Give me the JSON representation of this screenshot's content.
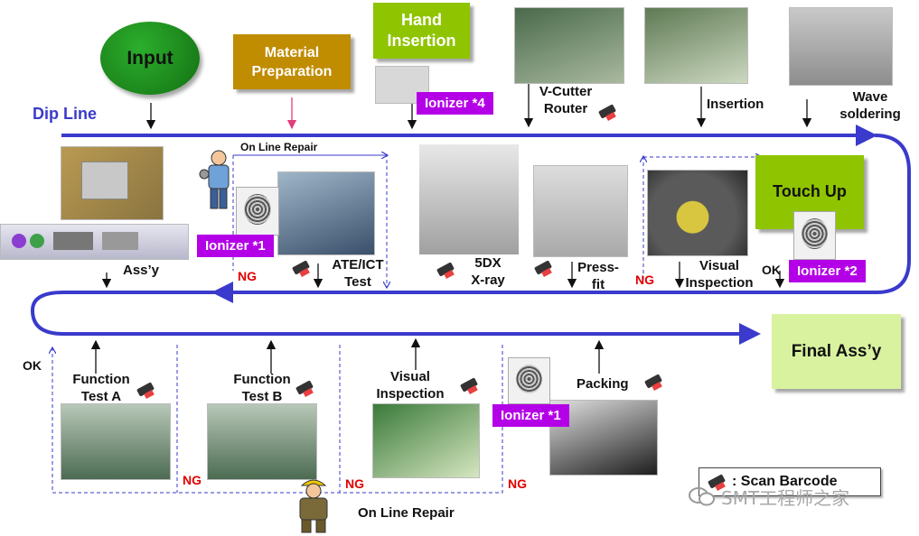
{
  "nodes": {
    "input": "Input",
    "material": "Material Preparation",
    "hand": "Hand Insertion",
    "touch": "Touch Up",
    "final": "Final Ass’y"
  },
  "labels": {
    "dip_line": "Dip Line",
    "vcutter": "V-Cutter Router",
    "insertion": "Insertion",
    "wave": "Wave soldering",
    "olr_top": "On  Line  Repair",
    "assy": "Ass’y",
    "ate": "ATE/ICT Test",
    "xray": "5DX X-ray",
    "press": "Press- fit",
    "visual_top": "Visual Inspection",
    "func_a": "Function Test A",
    "func_b": "Function Test B",
    "visual_bottom": "Visual Inspection",
    "packing": "Packing",
    "olr_bottom": "On  Line  Repair",
    "scan_legend": ": Scan Barcode",
    "watermark": "SMT工程师之家"
  },
  "ionizers": {
    "hand": "Ionizer *4",
    "ate": "Ionizer *1",
    "touch": "Ionizer *2",
    "packing": "Ionizer *1"
  },
  "ng": "NG",
  "ok": "OK",
  "colors": {
    "flow_line": "#3a3acc",
    "input_green": "#1a8a1a",
    "material_brown": "#c08c00",
    "lime": "#8fc400",
    "final_bg": "#d9f2a0",
    "ionizer": "#b400e6",
    "ng": "#e00000"
  }
}
